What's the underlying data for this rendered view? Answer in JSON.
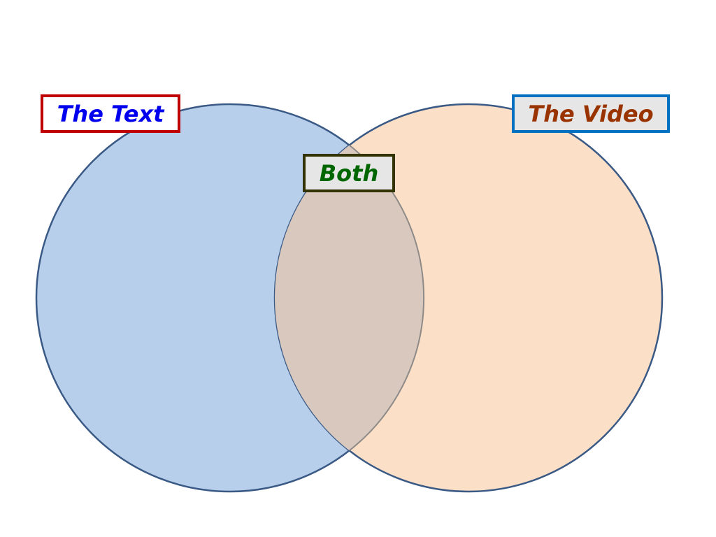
{
  "diagram": {
    "type": "venn",
    "left_set": {
      "label": "The Text",
      "fill_color": "#b8cfec",
      "stroke_color": "#3a5a85",
      "label_text_color": "#0000ee",
      "label_border_color": "#c00000"
    },
    "right_set": {
      "label": "The Video",
      "fill_color": "#fbdfc7",
      "stroke_color": "#3a5a85",
      "label_text_color": "#993300",
      "label_border_color": "#0070c0"
    },
    "intersection": {
      "label": "Both",
      "fill_color": "#d9c8bd",
      "stroke_color": "#8e8a88",
      "label_text_color": "#006600",
      "label_border_color": "#333300"
    }
  }
}
